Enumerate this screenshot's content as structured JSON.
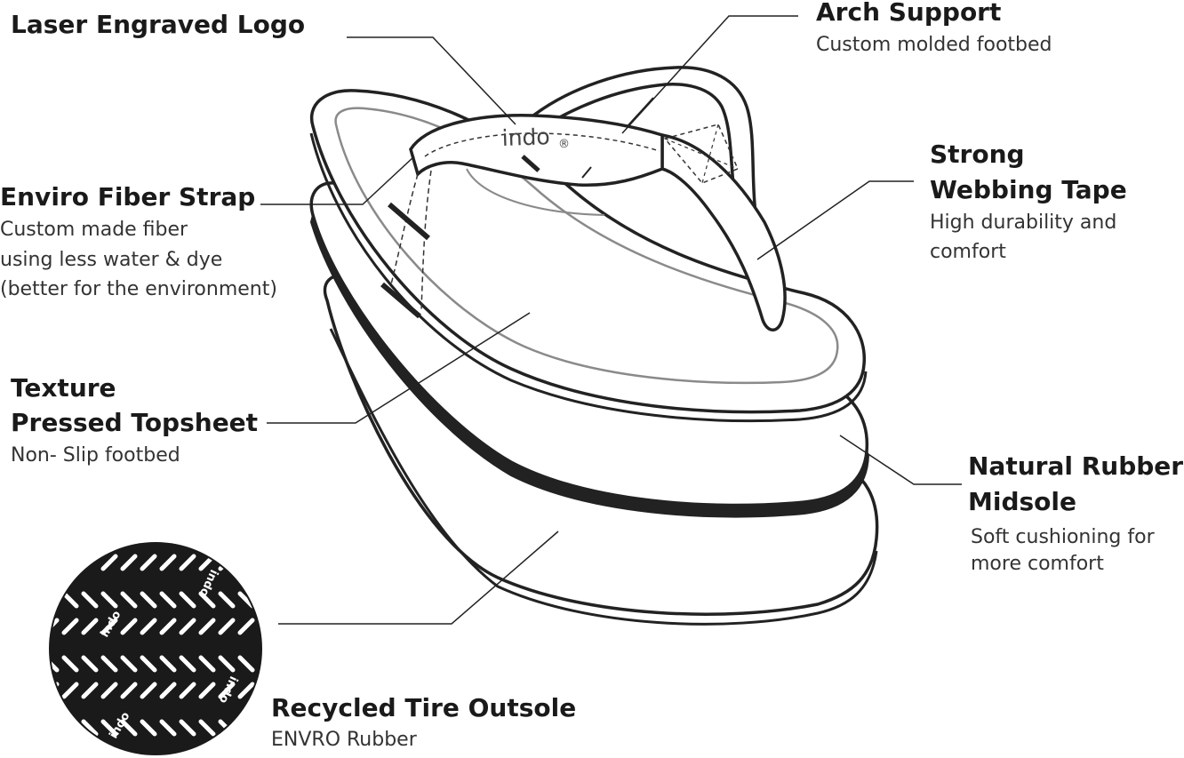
{
  "diagram": {
    "brand": "indo",
    "brand_mark": "®",
    "pattern_brand": "indo"
  },
  "callouts": {
    "laser_logo": {
      "title": "Laser Engraved Logo"
    },
    "arch_support": {
      "title": "Arch Support",
      "sub": "Custom molded footbed"
    },
    "enviro_strap": {
      "title": "Enviro Fiber Strap",
      "sub1": "Custom made fiber",
      "sub2": "using less water & dye",
      "sub3": "(better for the environment)"
    },
    "webbing_tape": {
      "title1": "Strong",
      "title2": "Webbing Tape",
      "sub1": "High durability and",
      "sub2": "comfort"
    },
    "topsheet": {
      "title1": "Texture",
      "title2": "Pressed Topsheet",
      "sub": "Non- Slip footbed"
    },
    "midsole": {
      "title1": "Natural Rubber",
      "title2": "Midsole",
      "sub1": "Soft cushioning for",
      "sub2": "more comfort"
    },
    "outsole": {
      "title": "Recycled Tire Outsole",
      "sub": "ENVRO Rubber"
    }
  }
}
